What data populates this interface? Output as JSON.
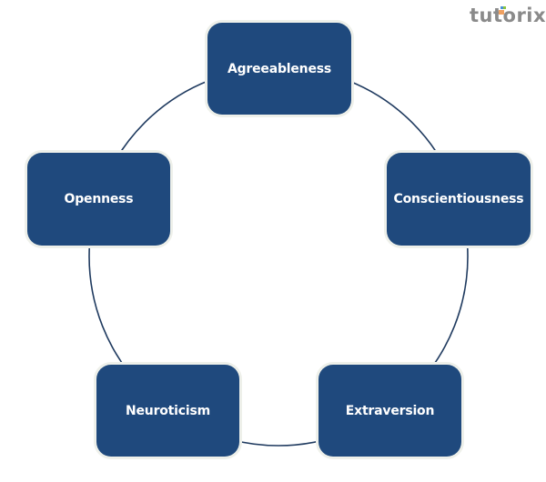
{
  "logo": {
    "text": "tutorix"
  },
  "diagram": {
    "type": "cycle",
    "connector_color": "#1f3a5f",
    "node_color": "#1f497d",
    "nodes": [
      {
        "id": "agreeableness",
        "label": "Agreeableness"
      },
      {
        "id": "conscientiousness",
        "label": "Conscientiousness"
      },
      {
        "id": "extraversion",
        "label": "Extraversion"
      },
      {
        "id": "neuroticism",
        "label": "Neuroticism"
      },
      {
        "id": "openness",
        "label": "Openness"
      }
    ]
  }
}
